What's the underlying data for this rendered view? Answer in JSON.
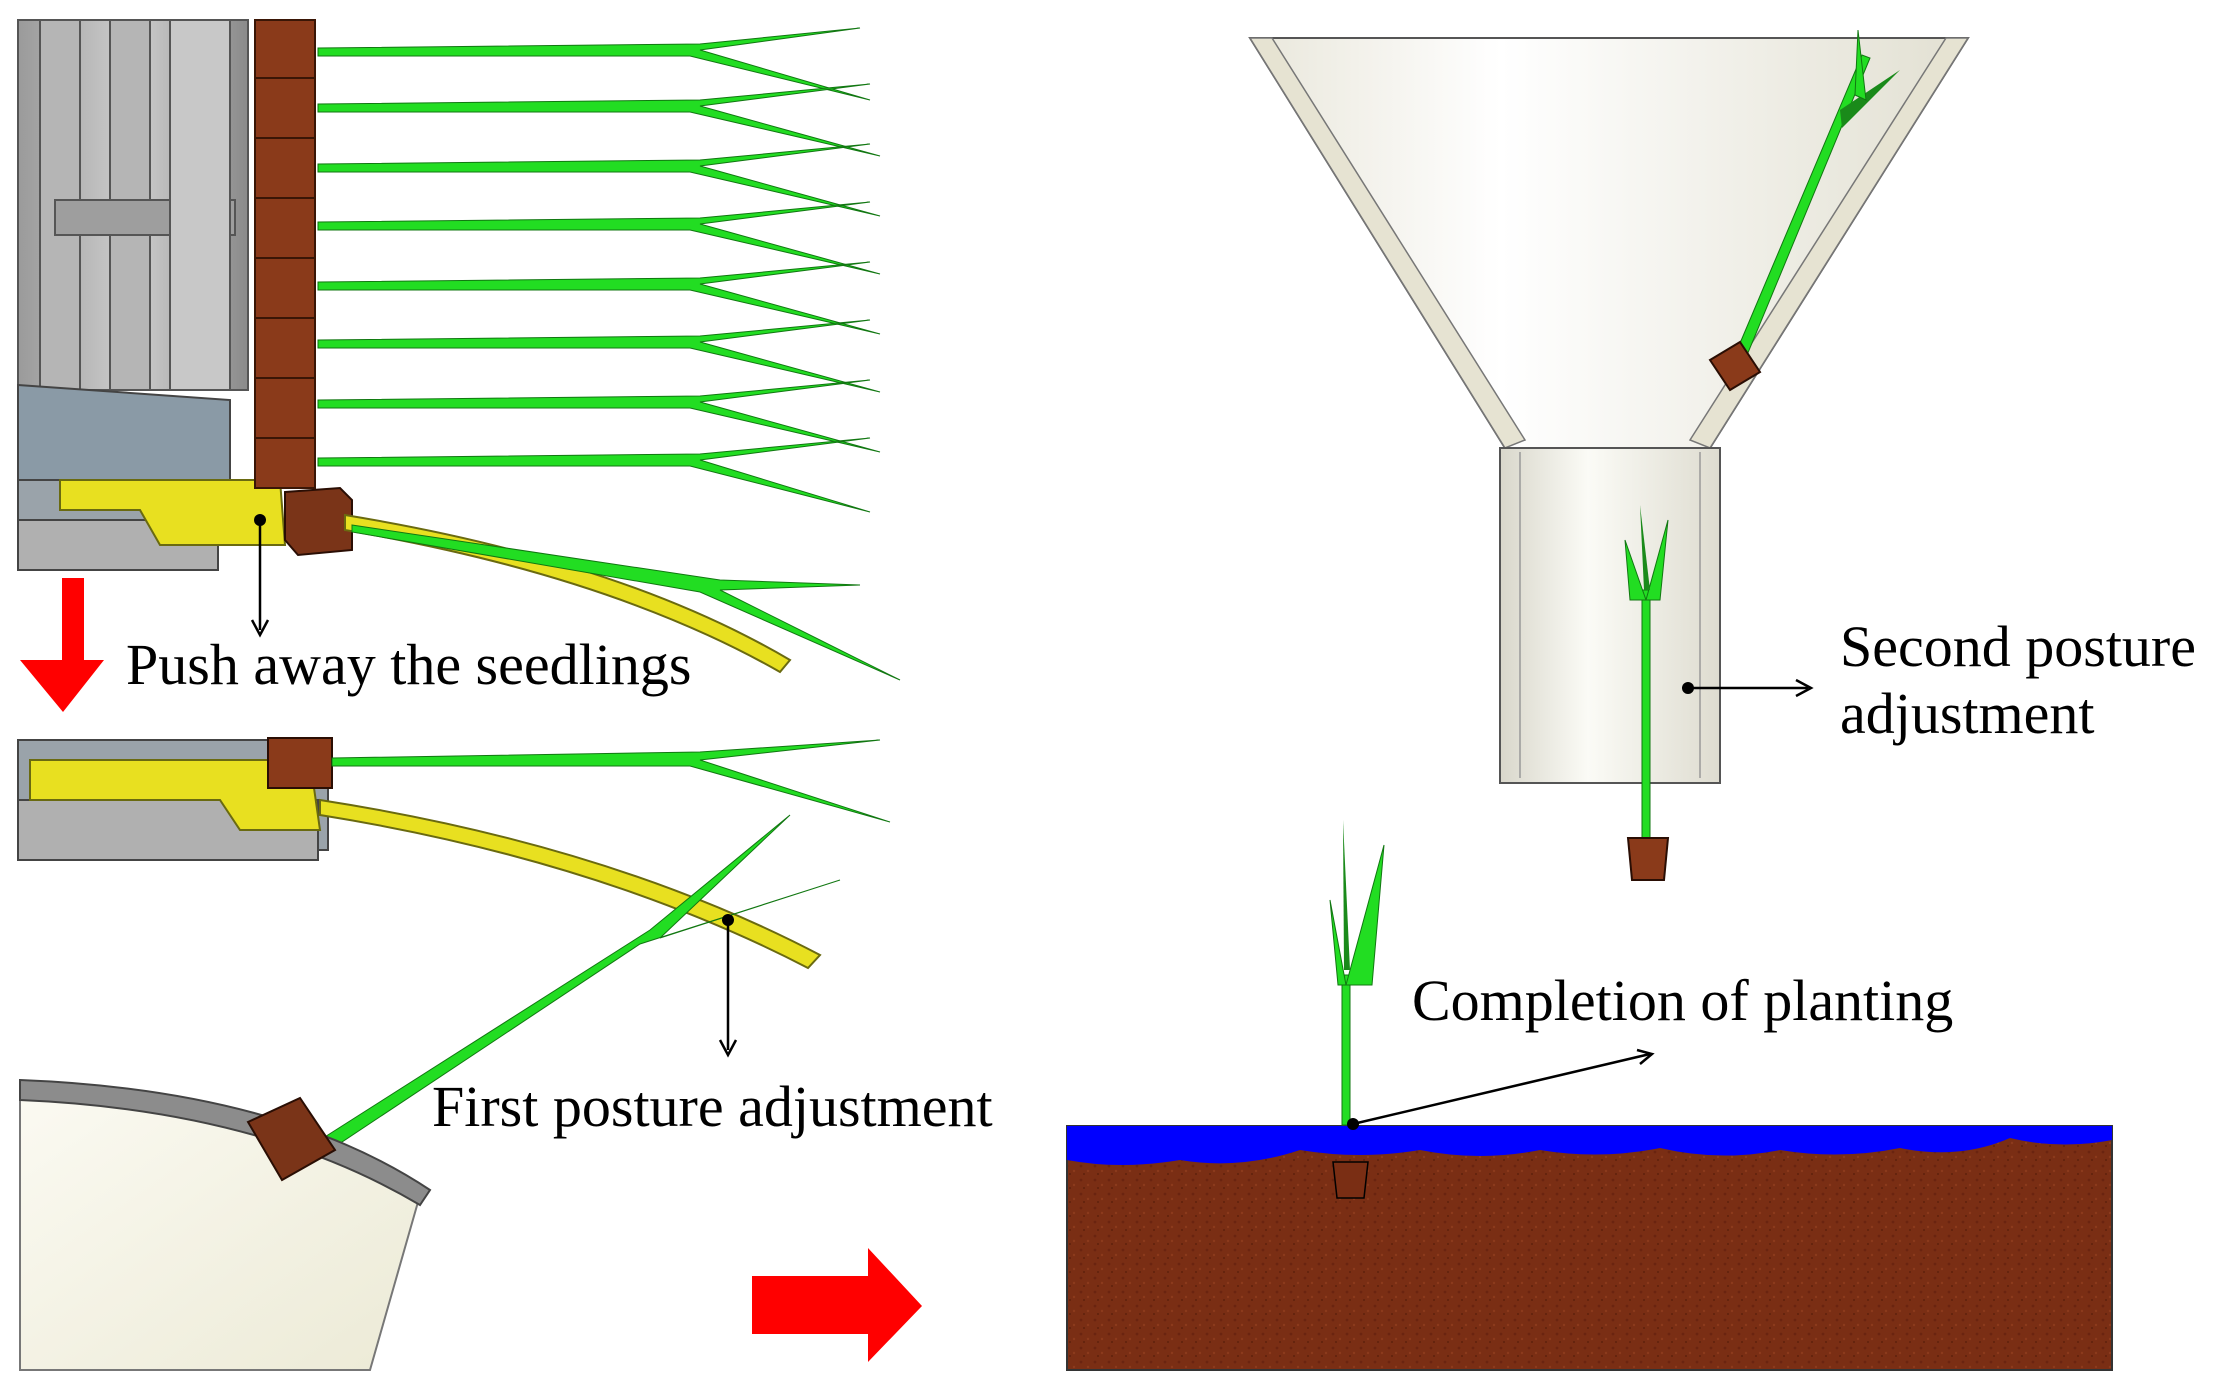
{
  "labels": {
    "push_away": "Push away the seedlings",
    "first_adjustment": "First posture adjustment",
    "second_adjustment_line1": "Second posture",
    "second_adjustment_line2": "adjustment",
    "completion": "Completion of planting"
  },
  "colors": {
    "arrow_red": "#ff0000",
    "leaf_green": "#22dd22",
    "leaf_dark": "#1a8a1a",
    "soil_brown": "#7a2e14",
    "water_blue": "#0000ff",
    "push_plate_yellow": "#e8e020",
    "frame_gray": "#8c8c8c",
    "funnel_ivory": "#f4f2e6",
    "pot_brown": "#8a3a1a"
  },
  "icons": [
    "down-arrow-icon",
    "right-arrow-icon"
  ]
}
